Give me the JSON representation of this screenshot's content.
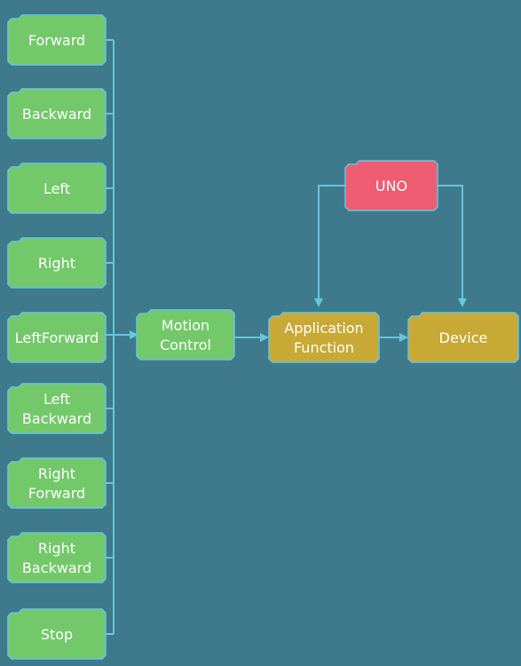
{
  "colors": {
    "background": "#3e7a8b",
    "connector": "#66c6df",
    "green": "#73c96a",
    "gold": "#c9a935",
    "pink": "#ee5d72"
  },
  "nodes": {
    "forward": {
      "label": "Forward",
      "color": "green"
    },
    "backward": {
      "label": "Backward",
      "color": "green"
    },
    "left": {
      "label": "Left",
      "color": "green"
    },
    "right": {
      "label": "Right",
      "color": "green"
    },
    "left_forward": {
      "label": "LeftForward",
      "color": "green"
    },
    "left_backward": {
      "label": "Left\nBackward",
      "color": "green"
    },
    "right_forward": {
      "label": "Right\nForward",
      "color": "green"
    },
    "right_backward": {
      "label": "Right\nBackward",
      "color": "green"
    },
    "stop": {
      "label": "Stop",
      "color": "green"
    },
    "motion_control": {
      "label": "Motion\nControl",
      "color": "green"
    },
    "application_function": {
      "label": "Application\nFunction",
      "color": "gold"
    },
    "device": {
      "label": "Device",
      "color": "gold"
    },
    "uno": {
      "label": "UNO",
      "color": "pink"
    }
  },
  "edges": [
    {
      "from": "forward",
      "to": "motion_control"
    },
    {
      "from": "backward",
      "to": "motion_control"
    },
    {
      "from": "left",
      "to": "motion_control"
    },
    {
      "from": "right",
      "to": "motion_control"
    },
    {
      "from": "left_forward",
      "to": "motion_control"
    },
    {
      "from": "left_backward",
      "to": "motion_control"
    },
    {
      "from": "right_forward",
      "to": "motion_control"
    },
    {
      "from": "right_backward",
      "to": "motion_control"
    },
    {
      "from": "stop",
      "to": "motion_control"
    },
    {
      "from": "motion_control",
      "to": "application_function"
    },
    {
      "from": "application_function",
      "to": "device"
    },
    {
      "from": "uno",
      "to": "application_function"
    },
    {
      "from": "uno",
      "to": "device"
    }
  ]
}
